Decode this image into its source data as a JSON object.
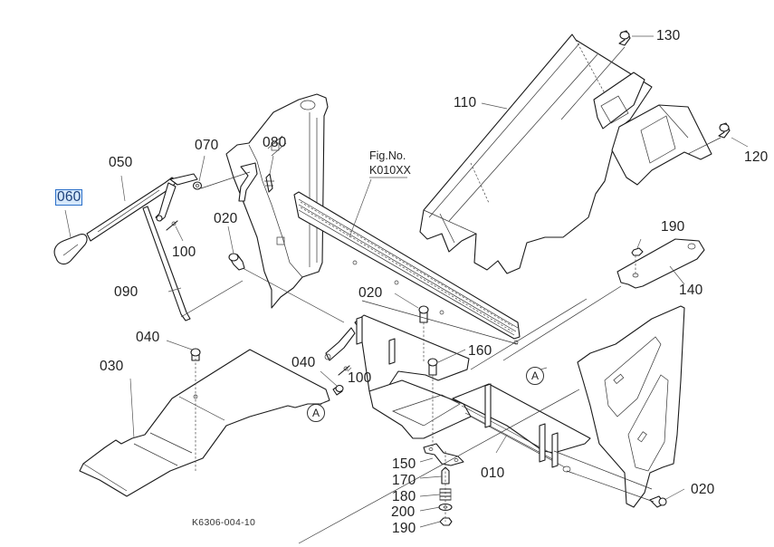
{
  "figure": {
    "fig_no_label": "Fig.No.",
    "fig_no_value": "K010XX",
    "drawing_code": "K6306-004-10",
    "selected_part": "060"
  },
  "parts": {
    "p010": "010",
    "p020a": "020",
    "p020b": "020",
    "p020c": "020",
    "p030": "030",
    "p040a": "040",
    "p040b": "040",
    "p050": "050",
    "p060": "060",
    "p070": "070",
    "p080": "080",
    "p090": "090",
    "p100a": "100",
    "p100b": "100",
    "p110": "110",
    "p120": "120",
    "p130": "130",
    "p140": "140",
    "p150": "150",
    "p160": "160",
    "p170": "170",
    "p180": "180",
    "p190a": "190",
    "p190b": "190",
    "p200": "200"
  },
  "references": {
    "refA1": "A",
    "refA2": "A"
  },
  "colors": {
    "line": "#1a1a1a",
    "highlight_bg": "#d6e8fb",
    "highlight_border": "#2a6fc9"
  }
}
